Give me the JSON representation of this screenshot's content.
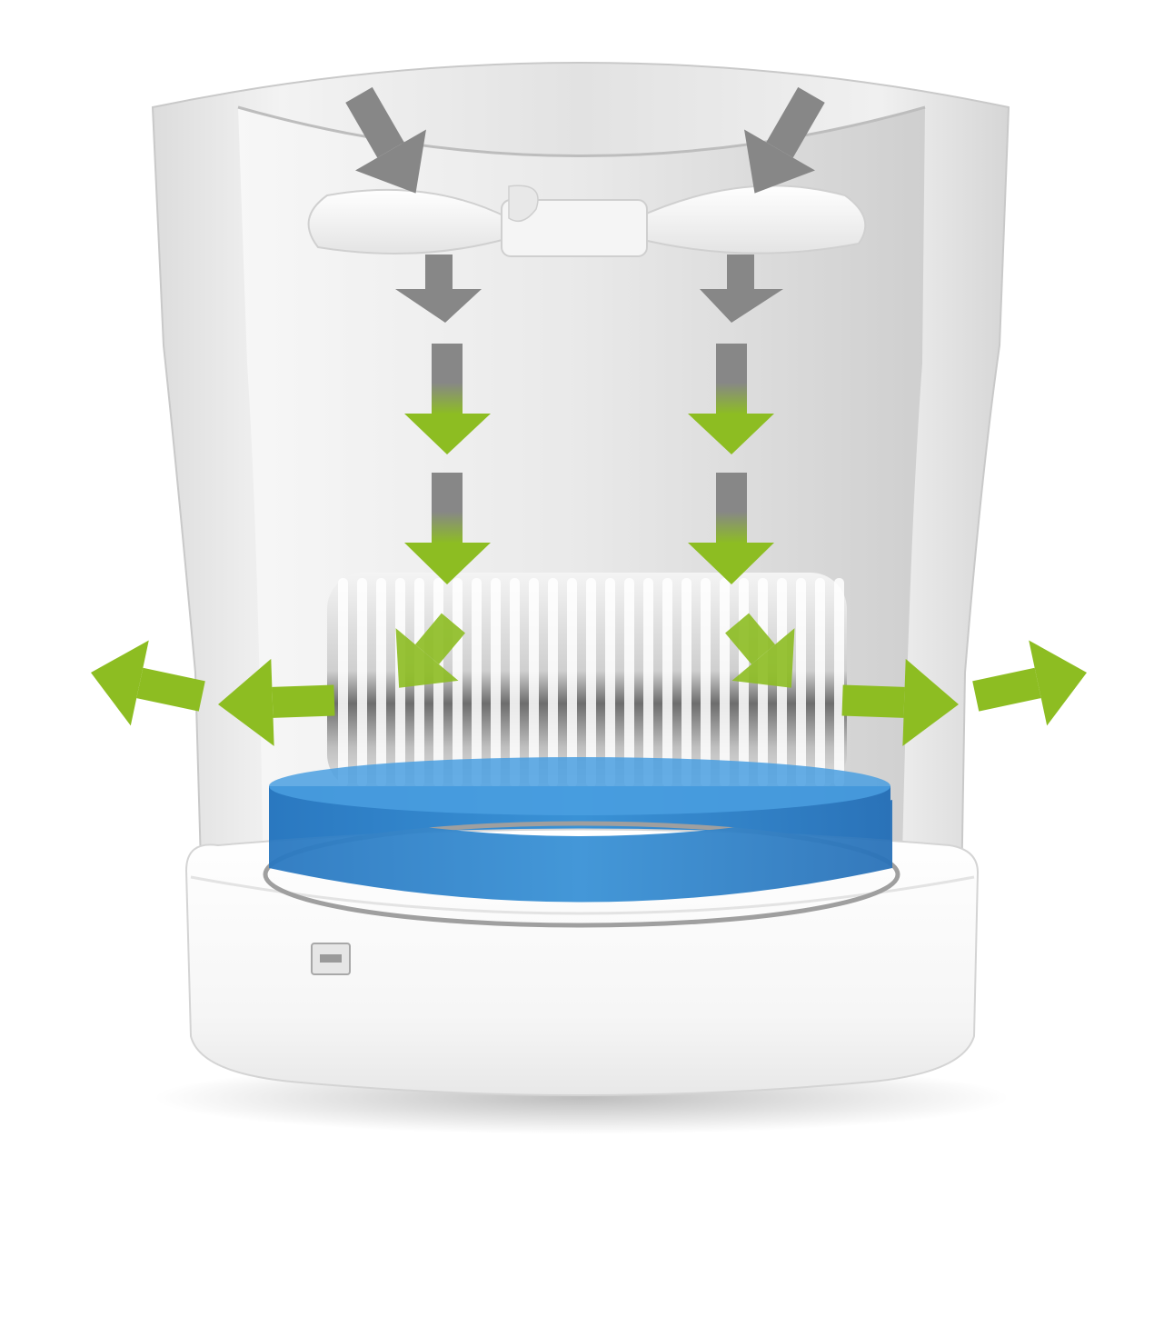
{
  "diagram": {
    "type": "airflow-cutaway",
    "components": [
      {
        "id": "housing",
        "name": "housing"
      },
      {
        "id": "fan",
        "name": "fan"
      },
      {
        "id": "filter-drum",
        "name": "evaporator-disc-drum"
      },
      {
        "id": "water-tray",
        "name": "water-tray"
      },
      {
        "id": "base",
        "name": "base"
      },
      {
        "id": "connector-port",
        "name": "connector-port"
      }
    ],
    "flows": [
      {
        "id": "intake-left",
        "kind": "dry-air"
      },
      {
        "id": "intake-right",
        "kind": "dry-air"
      },
      {
        "id": "down-left",
        "kind": "air"
      },
      {
        "id": "down-right",
        "kind": "air"
      },
      {
        "id": "outflow-left",
        "kind": "humid-air"
      },
      {
        "id": "outflow-right",
        "kind": "humid-air"
      }
    ],
    "colors": {
      "dry_air": "#878787",
      "humid_air": "#8dbd22",
      "water": "#2f86cc",
      "housing": "#eeeeee",
      "base": "#fafafa"
    }
  }
}
